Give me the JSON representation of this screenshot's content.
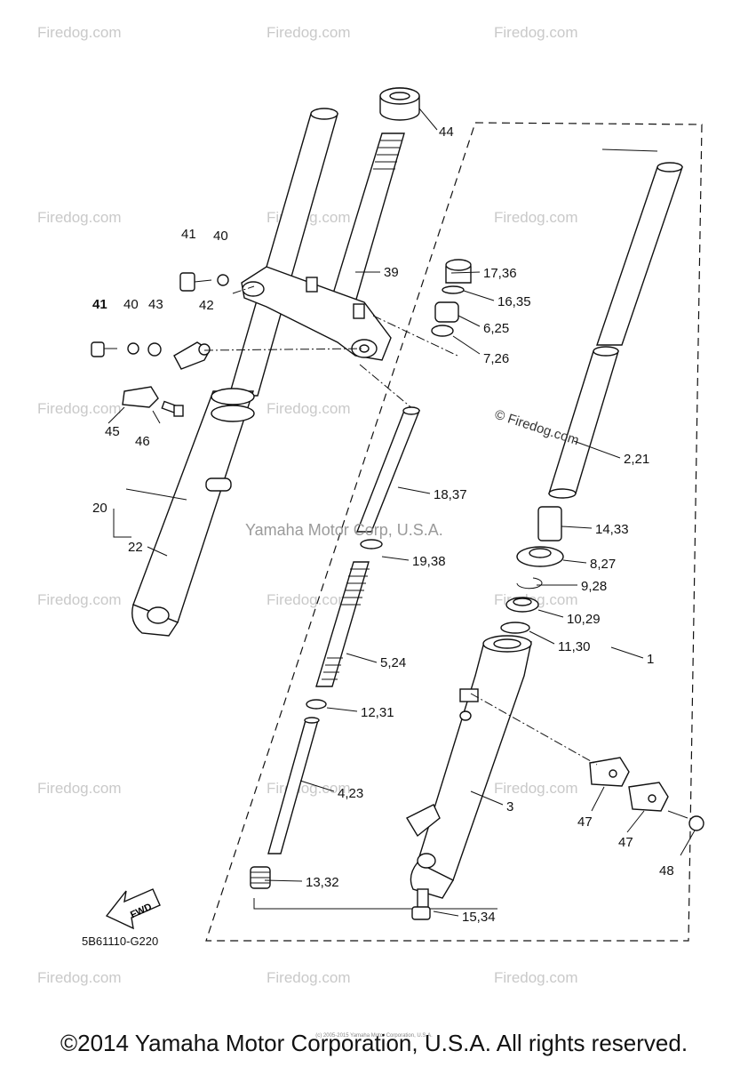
{
  "watermark": {
    "text": "Firedog.com",
    "center_text": "Yamaha Motor Corp, U.S.A.",
    "firedog_mid": "© Firedog.com"
  },
  "diagram_code": "5B61110-G220",
  "fwd_label": "FWD",
  "copyright": "©2014 Yamaha Motor Corporation, U.S.A. All rights reserved.",
  "copyright_small": "(c) 2005-2015 Yamaha Motor Corporation, U.S.A.",
  "callouts": {
    "c44": "44",
    "c39": "39",
    "c41a": "41",
    "c40a": "40",
    "c41b": "41",
    "c40b": "40",
    "c43": "43",
    "c42": "42",
    "c45": "45",
    "c46": "46",
    "c20": "20",
    "c22": "22",
    "c17_36": "17,36",
    "c16_35": "16,35",
    "c6_25": "6,25",
    "c7_26": "7,26",
    "c2_21": "2,21",
    "c18_37": "18,37",
    "c14_33": "14,33",
    "c19_38": "19,38",
    "c8_27": "8,27",
    "c9_28": "9,28",
    "c10_29": "10,29",
    "c11_30": "11,30",
    "c1": "1",
    "c5_24": "5,24",
    "c12_31": "12,31",
    "c4_23": "4,23",
    "c3": "3",
    "c47a": "47",
    "c47b": "47",
    "c48": "48",
    "c13_32": "13,32",
    "c15_34": "15,34"
  }
}
